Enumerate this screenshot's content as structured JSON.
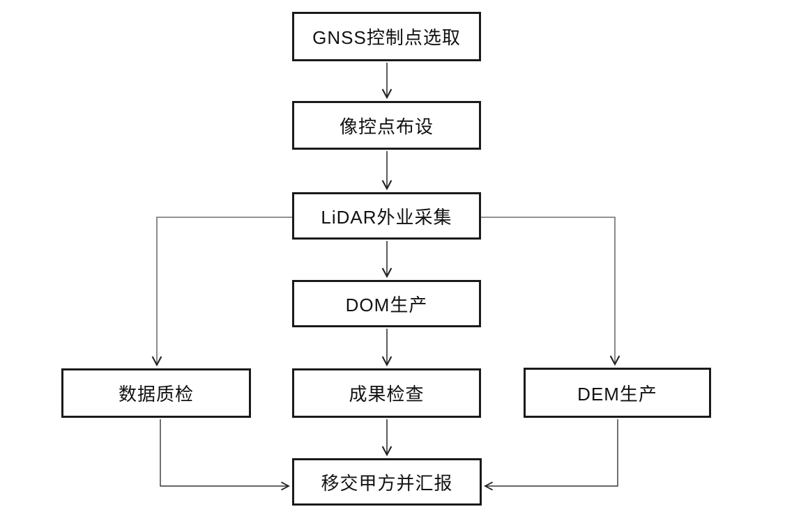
{
  "diagram": {
    "title": "LiDAR production workflow flowchart",
    "nodes": [
      {
        "id": "gnss",
        "label": "GNSS控制点选取"
      },
      {
        "id": "xiangkong",
        "label": "像控点布设"
      },
      {
        "id": "lidar",
        "label": "LiDAR外业采集"
      },
      {
        "id": "dom",
        "label": "DOM生产"
      },
      {
        "id": "shuju",
        "label": "数据质检"
      },
      {
        "id": "chengguo",
        "label": "成果检查"
      },
      {
        "id": "dem",
        "label": "DEM生产"
      },
      {
        "id": "yijiao",
        "label": "移交甲方并汇报"
      }
    ],
    "edges": [
      {
        "from": "gnss",
        "to": "xiangkong"
      },
      {
        "from": "xiangkong",
        "to": "lidar"
      },
      {
        "from": "lidar",
        "to": "dom"
      },
      {
        "from": "lidar",
        "to": "shuju"
      },
      {
        "from": "lidar",
        "to": "dem"
      },
      {
        "from": "dom",
        "to": "chengguo"
      },
      {
        "from": "chengguo",
        "to": "yijiao"
      },
      {
        "from": "shuju",
        "to": "yijiao"
      },
      {
        "from": "dem",
        "to": "yijiao"
      }
    ],
    "colors": {
      "box_border": "#1a1a1a",
      "text": "#111111",
      "connector_dark": "#333333",
      "connector_gray": "#6e6e6e",
      "background": "#ffffff"
    }
  }
}
